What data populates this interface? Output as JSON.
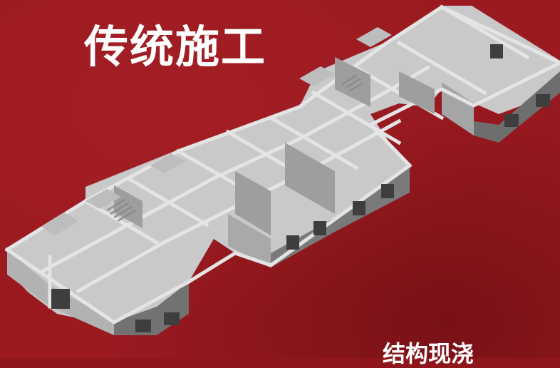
{
  "slide": {
    "title": "传统施工",
    "caption": "结构现浇"
  },
  "illustration": {
    "subject": "isometric-concrete-floor-plan",
    "colors": {
      "background": "#9a1a20",
      "wall_top": "#d4d4d4",
      "wall_face_light": "#b9b9b9",
      "wall_face_dark": "#6e6e6e",
      "floor": "#c9c9c9",
      "text": "#ffffff"
    }
  }
}
